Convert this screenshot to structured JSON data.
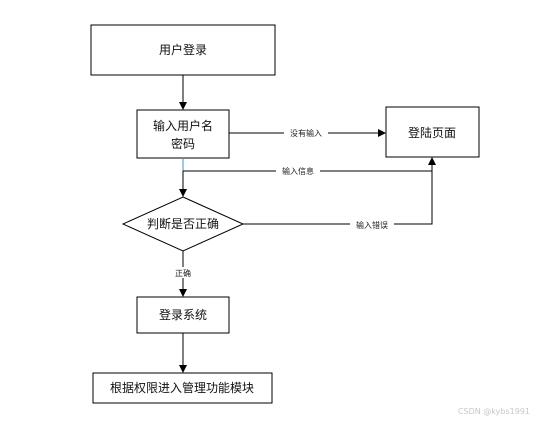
{
  "diagram": {
    "nodes": {
      "login": {
        "label": "用户登录"
      },
      "input": {
        "line1": "输入用户名",
        "line2": "密码"
      },
      "page": {
        "label": "登陆页面"
      },
      "check": {
        "label": "判断是否正确"
      },
      "system": {
        "label": "登录系统"
      },
      "modules": {
        "label": "根据权限进入管理功能模块"
      }
    },
    "edges": {
      "no_input": {
        "label": "没有输入"
      },
      "input_info": {
        "label": "输入信息"
      },
      "input_error": {
        "label": "输入错误"
      },
      "correct": {
        "label": "正确"
      }
    },
    "colors": {
      "stroke": "#000000",
      "accent_line": "#4a90c2",
      "text": "#111111",
      "watermark": "#c8c8c8"
    }
  },
  "watermark": {
    "text": "CSDN @kybs1991"
  }
}
